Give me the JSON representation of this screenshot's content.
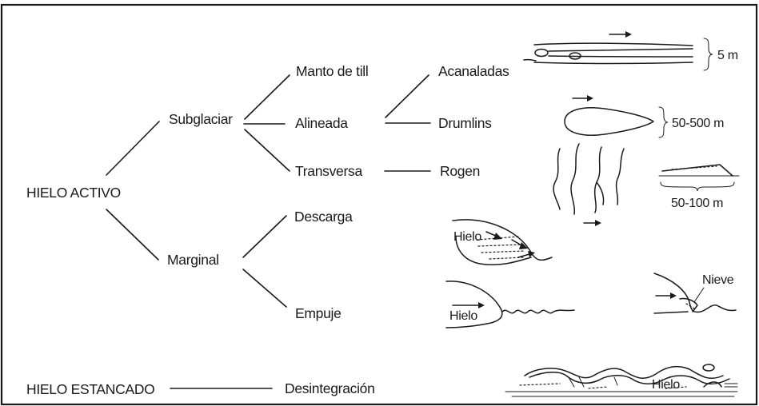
{
  "nodes": {
    "hielo_activo": "HIELO ACTIVO",
    "subglaciar": "Subglaciar",
    "marginal": "Marginal",
    "manto_de_till": "Manto de till",
    "alineada": "Alineada",
    "transversa": "Transversa",
    "descarga": "Descarga",
    "empuje": "Empuje",
    "acanaladas": "Acanaladas",
    "drumlins": "Drumlins",
    "rogen": "Rogen",
    "hielo_estancado": "HIELO ESTANCADO",
    "desintegracion": "Desintegración"
  },
  "edges": [
    [
      "hielo_activo",
      "subglaciar"
    ],
    [
      "hielo_activo",
      "marginal"
    ],
    [
      "subglaciar",
      "manto_de_till"
    ],
    [
      "subglaciar",
      "alineada"
    ],
    [
      "subglaciar",
      "transversa"
    ],
    [
      "alineada",
      "acanaladas"
    ],
    [
      "alineada",
      "drumlins"
    ],
    [
      "transversa",
      "rogen"
    ],
    [
      "marginal",
      "descarga"
    ],
    [
      "marginal",
      "empuje"
    ],
    [
      "hielo_estancado",
      "desintegracion"
    ]
  ],
  "scales": {
    "acanaladas": "5 m",
    "drumlins": "50-500 m",
    "rogen": "50-100 m"
  },
  "sketch_labels": {
    "descarga_ice": "Hielo",
    "empuje_ice": "Hielo",
    "empuje_snow": "Nieve",
    "desintegracion_ice": "Hielo"
  },
  "colors": {
    "ink": "#1a1a1a",
    "background": "#ffffff"
  }
}
